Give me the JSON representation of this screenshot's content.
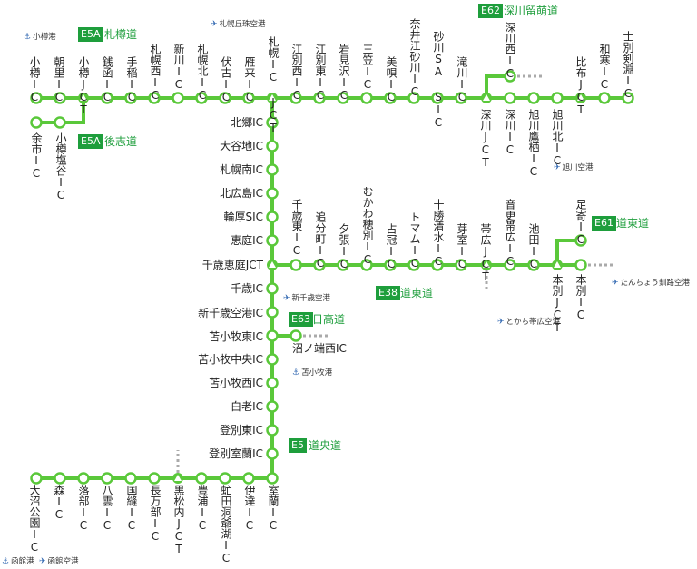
{
  "colors": {
    "line": "#5ac83a",
    "badge": "#1e9e3c",
    "dash": "#aaaaaa",
    "poi_icon": "#3b6fb5"
  },
  "routes": {
    "e5a_sapporo": {
      "code": "E5A",
      "name": "札樽道"
    },
    "e5a_shiribeshi": {
      "code": "E5A",
      "name": "後志道"
    },
    "e62": {
      "code": "E62",
      "name": "深川留萌道"
    },
    "e61": {
      "code": "E61",
      "name": "道東道"
    },
    "e38": {
      "code": "E38",
      "name": "道東道"
    },
    "e63": {
      "code": "E63",
      "name": "日高道"
    },
    "e5": {
      "code": "E5",
      "name": "道央道"
    }
  },
  "stations": {
    "otaru": "小樽IC",
    "asari": "朝里IC",
    "otaru_jct": "小樽JCT",
    "zenibako": "銭函IC",
    "teine": "手稲IC",
    "sapporo_nishi": "札幌西IC",
    "shinkawa": "新川IC",
    "sapporo_kita": "札幌北IC",
    "fushiko": "伏古IC",
    "karikiri": "雁来IC",
    "sapporo_jct": "札幌IC JCT",
    "ebetsu_nishi": "江別西IC",
    "ebetsu_higashi": "江別東IC",
    "iwamizawa": "岩見沢IC",
    "mikasa": "三笠IC",
    "bibai": "美唄IC",
    "naie_sa": "奈井江砂川IC",
    "sunagawa_sa": "砂川SA SIC",
    "takikawa": "滝川IC",
    "fukagawa_jct": "深川JCT",
    "fukagawa_nishi": "深川西IC",
    "fukagawa": "深川IC",
    "asahikawa_takasu": "旭川鷹栖IC",
    "asahikawa_kita": "旭川北IC",
    "pippu_jct": "比布JCT",
    "wassamu": "和寒IC",
    "shibetsu_kembuchi": "士別剣淵IC",
    "yoichi": "余市IC",
    "otaru_shioya": "小樽塩谷IC",
    "kitago": "北郷IC",
    "oyachi": "大谷地IC",
    "sapporo_minami": "札幌南IC",
    "kitahiroshima": "北広島IC",
    "wattsu_sic": "輪厚SIC",
    "eniwa": "恵庭IC",
    "chitose_eniwa_jct": "千歳恵庭JCT",
    "chitose": "千歳IC",
    "new_chitose_airport": "新千歳空港IC",
    "tomakomai_higashi": "苫小牧東IC",
    "tomakomai_chuo": "苫小牧中央IC",
    "tomakomai_nishi": "苫小牧西IC",
    "shiraoi": "白老IC",
    "noboribetsu_higashi": "登別東IC",
    "noboribetsu_muroran": "登別室蘭IC",
    "numanohata_nishi": "沼ノ端西IC",
    "chitose_higashi": "千歳東IC",
    "oiwake": "追分町IC",
    "yubari": "夕張IC",
    "mukawa_hobetsu": "むかわ穂別IC",
    "shimukappu": "占冠IC",
    "tomamu": "トマムIC",
    "tokachi_shimizu": "十勝清水IC",
    "memuro": "芽室IC",
    "obihiro_jct": "帯広JCT",
    "otofuke_obihiro": "音更帯広IC",
    "ikeda": "池田IC",
    "ashoro": "足寄IC",
    "honbetsu_jct": "本別JCT",
    "honbetsu": "本別IC",
    "muroran": "室蘭IC",
    "date": "伊達IC",
    "abuta_toya": "虻田洞爺湖IC",
    "toyoura": "豊浦IC",
    "kuromatsunai_jct": "黒松内JCT",
    "oshamambe": "長万部IC",
    "kunnui": "国縫IC",
    "yakumo": "八雲IC",
    "otoshibe": "落部IC",
    "mori": "森IC",
    "onuma_koen": "大沼公園IC"
  },
  "pois": {
    "otaru_port": "小樽港",
    "okadama_airport": "札幌丘珠空港",
    "asahikawa_airport": "旭川空港",
    "new_chitose_airport": "新千歳空港",
    "tomakomai_port": "苫小牧港",
    "tokachi_obihiro_airport": "とかち帯広空港",
    "tancho_kushiro_airport": "たんちょう釧路空港",
    "hakodate_port": "函館港",
    "hakodate_airport": "函館空港"
  }
}
